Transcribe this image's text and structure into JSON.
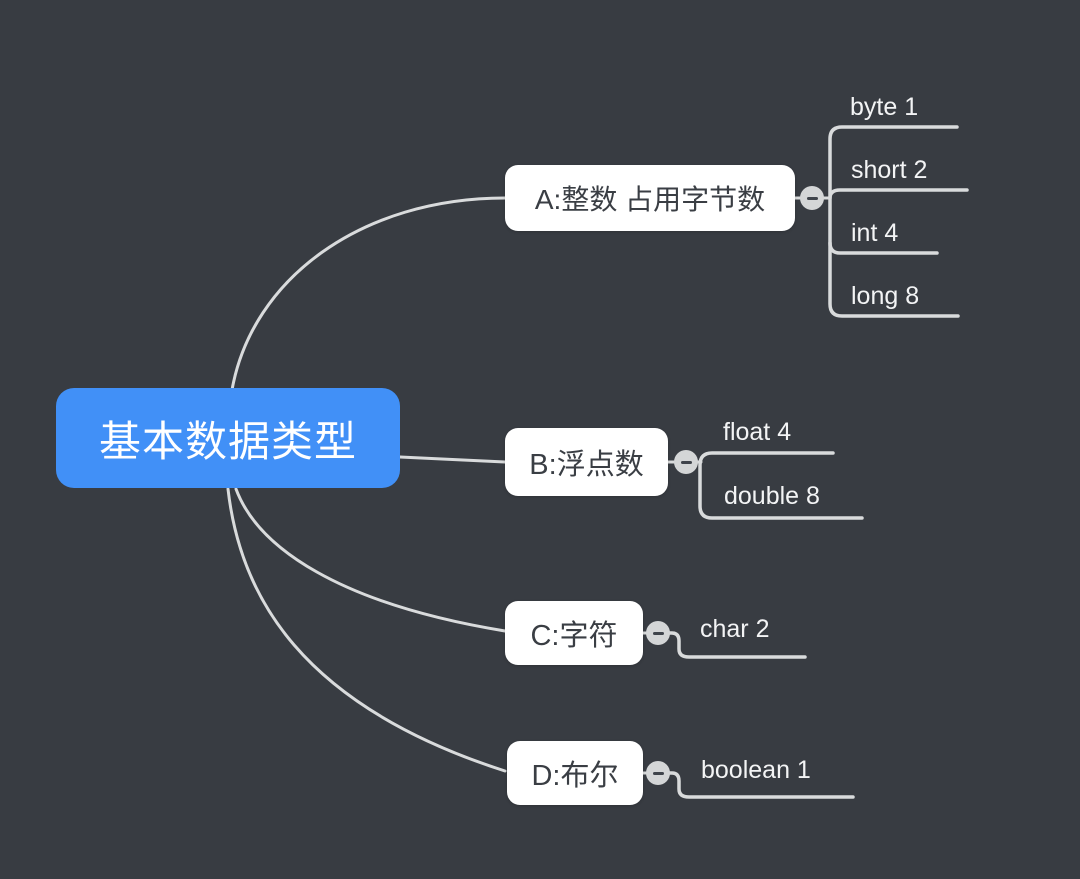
{
  "canvas": {
    "background_color": "#383c42",
    "line_color": "#d9dbdc"
  },
  "root": {
    "label": "基本数据类型",
    "fill_color": "#4190f7",
    "text_color": "#ffffff"
  },
  "branches": [
    {
      "label": "A:整数 占用字节数",
      "children": [
        "byte 1",
        "short 2",
        "int 4",
        "long 8"
      ]
    },
    {
      "label": "B:浮点数",
      "children": [
        "float 4",
        "double 8"
      ]
    },
    {
      "label": "C:字符",
      "children": [
        "char 2"
      ]
    },
    {
      "label": "D:布尔",
      "children": [
        "boolean 1"
      ]
    }
  ],
  "collapse_button": {
    "icon": "minus-icon",
    "state": "expanded",
    "fill_color": "#d4d6d7",
    "glyph_color": "#3f444b"
  }
}
